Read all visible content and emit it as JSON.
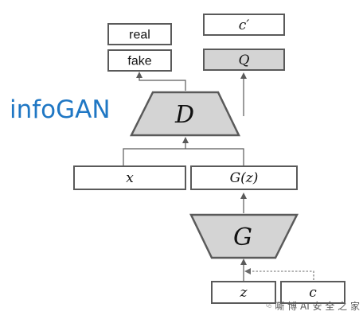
{
  "title": {
    "text": "infoGAN",
    "color": "#1f77c4"
  },
  "colors": {
    "box_stroke": "#5a5a5a",
    "shaded_fill": "#d4d4d4",
    "arrow": "#5a5a5a",
    "dashed_arrow": "#6a6a6a"
  },
  "nodes": {
    "real": "real",
    "fake": "fake",
    "c_prime": "c′",
    "Q": "Q",
    "D": "D",
    "x": "x",
    "Gz": "G(z)",
    "G": "G",
    "z": "z",
    "c": "c"
  },
  "watermark": {
    "text": "嘶 博 AI 安 全 之 家",
    "icon": "wechat-icon"
  }
}
